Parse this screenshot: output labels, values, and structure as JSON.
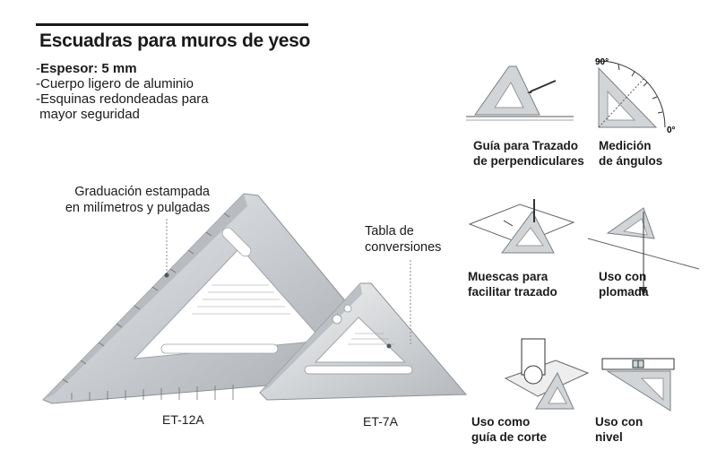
{
  "header": {
    "title": "Escuadras para muros de yeso"
  },
  "specs": {
    "thickness_label": "Espesor: 5 mm",
    "items": [
      "Cuerpo ligero de aluminio",
      "Esquinas redondeadas para",
      "mayor seguridad"
    ]
  },
  "callouts": {
    "graduation": [
      "Graduación estampada",
      "en milímetros y pulgadas"
    ],
    "conversion": [
      "Tabla de",
      "conversiones"
    ]
  },
  "models": {
    "large": "ET-12A",
    "small": "ET-7A"
  },
  "uses": [
    {
      "lines": [
        "Guía para Trazado",
        "de perpendiculares"
      ]
    },
    {
      "lines": [
        "Medición",
        "de ángulos"
      ]
    },
    {
      "lines": [
        "Muescas para",
        "facilitar trazado"
      ]
    },
    {
      "lines": [
        "Uso con",
        "plomada"
      ]
    },
    {
      "lines": [
        "Uso como",
        "guía de corte"
      ]
    },
    {
      "lines": [
        "Uso con",
        "nivel"
      ]
    }
  ],
  "angle_marks": {
    "top": "90°",
    "right": "0°"
  },
  "colors": {
    "metal": "#d4d6d8",
    "metal_dark": "#9a9ea2",
    "text": "#1a1a1a"
  }
}
